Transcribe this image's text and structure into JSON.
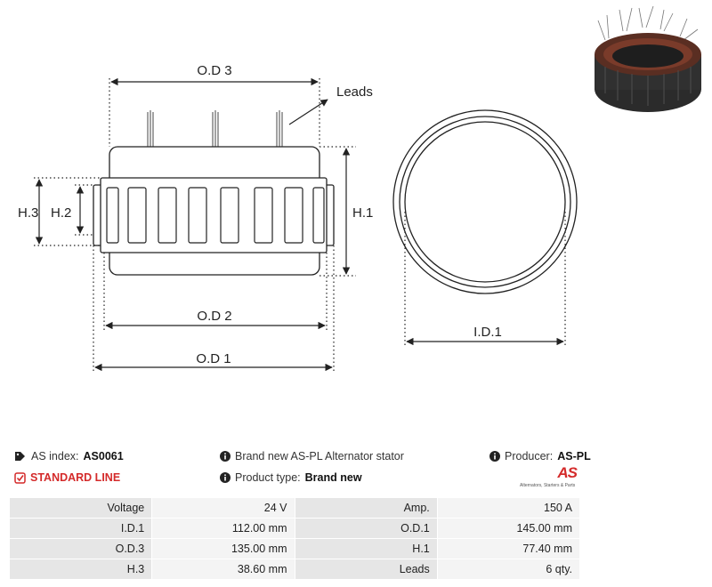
{
  "diagram": {
    "labels": {
      "od3": "O.D 3",
      "leads": "Leads",
      "h1": "H.1",
      "h2": "H.2",
      "h3": "H.3",
      "od2": "O.D 2",
      "od1": "O.D 1",
      "id1": "I.D.1"
    }
  },
  "info": {
    "index_label": "AS index:",
    "index_value": "AS0061",
    "standard_line": "STANDARD LINE",
    "description": "Brand new AS-PL Alternator stator",
    "product_type_label": "Product type:",
    "product_type_value": "Brand new",
    "producer_label": "Producer:",
    "producer_value": "AS-PL"
  },
  "logo": {
    "mark": "AS",
    "tagline": "Alternators, Starters & Parts"
  },
  "specs": [
    [
      {
        "label": "Voltage",
        "value": "24 V"
      },
      {
        "label": "Amp.",
        "value": "150 A"
      }
    ],
    [
      {
        "label": "I.D.1",
        "value": "112.00 mm"
      },
      {
        "label": "O.D.1",
        "value": "145.00 mm"
      }
    ],
    [
      {
        "label": "O.D.3",
        "value": "135.00 mm"
      },
      {
        "label": "H.1",
        "value": "77.40 mm"
      }
    ],
    [
      {
        "label": "H.3",
        "value": "38.60 mm"
      },
      {
        "label": "Leads",
        "value": "6 qty."
      }
    ]
  ]
}
